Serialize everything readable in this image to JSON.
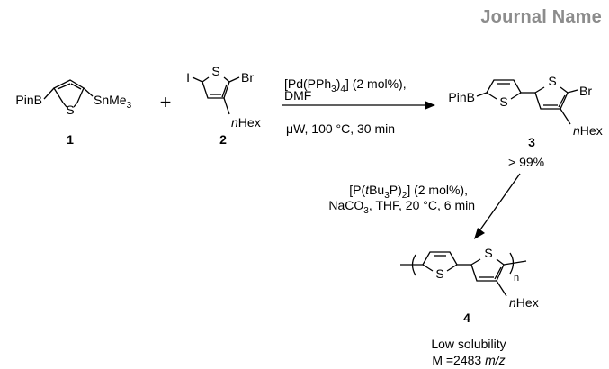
{
  "header": {
    "journal_name": "Journal Name"
  },
  "compounds": {
    "c1": {
      "number": "1",
      "left_group": "PinB",
      "right_group": "SnMe",
      "right_group_sub": "3",
      "heteroatom": "S"
    },
    "c2": {
      "number": "2",
      "halogen_left": "I",
      "halogen_right": "Br",
      "alkyl": "nHex",
      "heteroatom": "S"
    },
    "c3": {
      "number": "3",
      "left_group": "PinB",
      "halogen": "Br",
      "alkyl": "nHex",
      "heteroatom": "S",
      "yield": "> 99%"
    },
    "c4": {
      "number": "4",
      "repeat": "n",
      "alkyl": "nHex",
      "heteroatom": "S",
      "note_line1": "Low solubility",
      "note_line2_prefix": "M =2483 ",
      "note_line2_unit": "m/z"
    }
  },
  "plus_sign": "+",
  "step1": {
    "catalyst_prefix": "[Pd(PPh",
    "catalyst_sub": "3",
    "catalyst_suffix": ")",
    "catalyst_sub2": "4",
    "catalyst_end": "] (2 mol%),",
    "solvent": "DMF",
    "conditions": "μW, 100 °C, 30 min"
  },
  "step2": {
    "catalyst_prefix": "[P(",
    "catalyst_italic": "t",
    "catalyst_mid": "Bu",
    "catalyst_sub": "3",
    "catalyst_mid2": "P)",
    "catalyst_sub2": "2",
    "catalyst_end": "] (2 mol%),",
    "line2_prefix": "NaCO",
    "line2_sub": "3",
    "line2_suffix": ", THF, 20 °C, 6 min"
  }
}
